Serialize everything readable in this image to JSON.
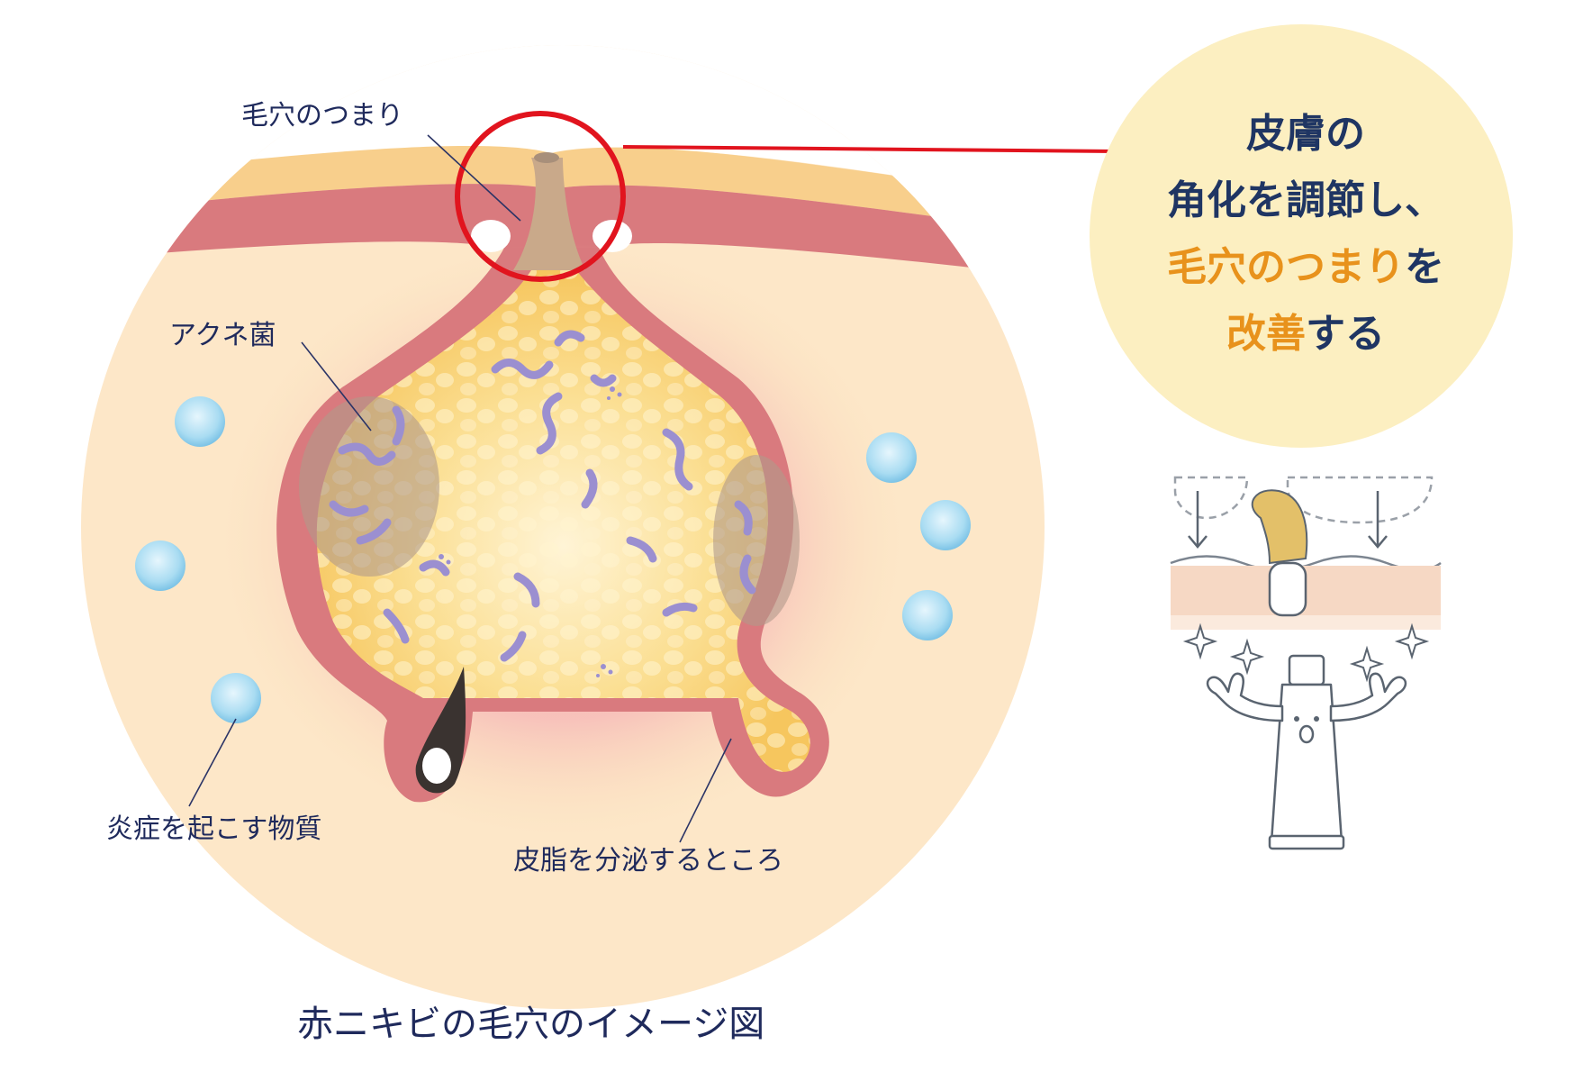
{
  "colors": {
    "background": "#ffffff",
    "label_text": "#1f2a5c",
    "circle_highlight": "#e1141e",
    "callout_bg": "#fcefc1",
    "callout_navy": "#1f3563",
    "callout_orange": "#e8921c",
    "skin_red": "#d97a7e",
    "skin_outer": "#f9dfb9",
    "sebum": "#f8d27a",
    "bacteria": "#9b8fd0",
    "inflammatory_sphere": "#a9dcf2"
  },
  "labels": {
    "pore_clog": "毛穴のつまり",
    "acne_bacteria": "アクネ菌",
    "inflammatory_substance": "炎症を起こす物質",
    "sebaceous_gland": "皮脂を分泌するところ",
    "caption": "赤ニキビの毛穴のイメージ図"
  },
  "callout": {
    "line1": "皮膚の",
    "line2": "角化を調節し、",
    "line3_highlight": "毛穴のつまり",
    "line3_rest": "を",
    "line4_highlight": "改善",
    "line4_rest": "する"
  },
  "icons": {
    "mascot": "cream-tube-mascot-icon",
    "sparkle": "sparkle-icon",
    "arrow": "down-arrow-icon"
  }
}
